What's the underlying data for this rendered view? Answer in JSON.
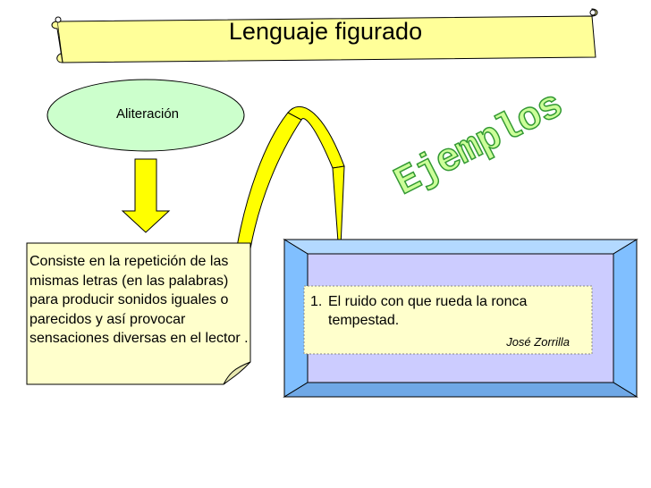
{
  "title": "Lenguaje figurado",
  "concept": "Aliteración",
  "definition": " Consiste en la repetición de las mismas letras (en las palabras) para producir sonidos iguales o parecidos y así provocar sensaciones diversas en el lector .",
  "wordart": "Ejemplos",
  "example": {
    "number": "1.",
    "line1": "El ruido con que rueda la ronca",
    "line2": "tempestad.",
    "author": "José Zorrilla"
  },
  "colors": {
    "scroll_fill": "#ffff99",
    "ellipse_fill": "#ccffcc",
    "arrow_fill": "#ffff00",
    "wordart_fill": "#ccff99",
    "wordart_stroke": "#339933",
    "frame_outer": "#99ccff",
    "frame_inner": "#ccccff",
    "doc_fill": "#ffffcc"
  }
}
